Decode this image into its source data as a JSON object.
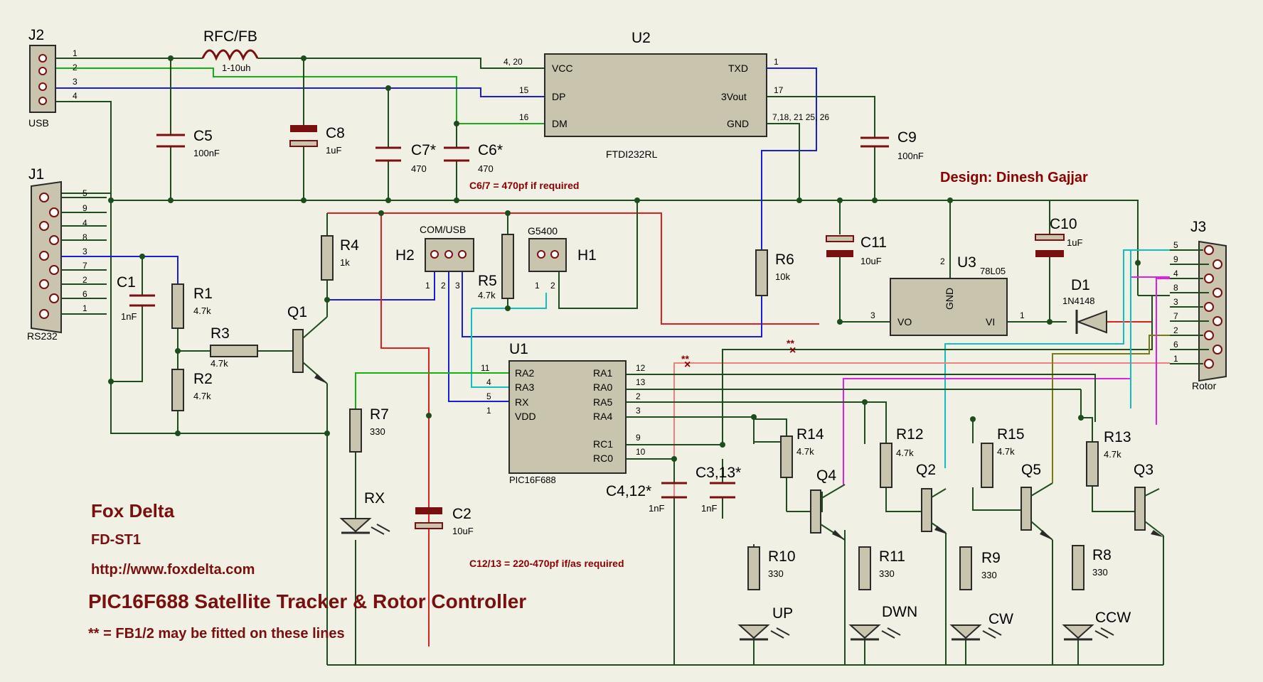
{
  "connectors": {
    "j2": {
      "ref": "J2",
      "label": "USB",
      "pins": [
        "1",
        "2",
        "3",
        "4"
      ]
    },
    "j1": {
      "ref": "J1",
      "label": "RS232",
      "pins": [
        "5",
        "9",
        "4",
        "8",
        "3",
        "7",
        "2",
        "6",
        "1"
      ]
    },
    "j3": {
      "ref": "J3",
      "label": "Rotor",
      "pins": [
        "5",
        "9",
        "4",
        "8",
        "3",
        "7",
        "2",
        "6",
        "1"
      ]
    },
    "h2": {
      "ref": "H2",
      "label": "COM/USB",
      "pins": [
        "1",
        "2",
        "3"
      ]
    },
    "h1": {
      "ref": "H1",
      "label": "G5400",
      "pins": [
        "1",
        "2"
      ]
    }
  },
  "chips": {
    "u2": {
      "ref": "U2",
      "part": "FTDI232RL",
      "left_pins": [
        {
          "num": "4, 20",
          "name": "VCC"
        },
        {
          "num": "15",
          "name": "DP"
        },
        {
          "num": "16",
          "name": "DM"
        }
      ],
      "right_pins": [
        {
          "num": "1",
          "name": "TXD"
        },
        {
          "num": "17",
          "name": "3Vout"
        },
        {
          "num": "7,18, 21 25, 26",
          "name": "GND"
        }
      ]
    },
    "u1": {
      "ref": "U1",
      "part": "PIC16F688",
      "left_pins": [
        {
          "num": "11",
          "name": "RA2"
        },
        {
          "num": "4",
          "name": "RA3"
        },
        {
          "num": "5",
          "name": "RX"
        },
        {
          "num": "1",
          "name": "VDD"
        }
      ],
      "right_pins": [
        {
          "num": "12",
          "name": "RA1"
        },
        {
          "num": "13",
          "name": "RA0"
        },
        {
          "num": "2",
          "name": "RA5"
        },
        {
          "num": "3",
          "name": "RA4"
        },
        {
          "num": "9",
          "name": "RC1"
        },
        {
          "num": "10",
          "name": "RC0"
        }
      ]
    },
    "u3": {
      "ref": "U3",
      "part": "78L05",
      "pin_gnd": "GND",
      "pin_vo": "VO",
      "pin_vi": "VI",
      "num_gnd": "2",
      "num_vo": "3",
      "num_vi": "1"
    }
  },
  "components": {
    "rfc": {
      "ref": "RFC/FB",
      "value": "1-10uh"
    },
    "c5": {
      "ref": "C5",
      "value": "100nF"
    },
    "c8": {
      "ref": "C8",
      "value": "1uF"
    },
    "c7": {
      "ref": "C7*",
      "value": "470"
    },
    "c6": {
      "ref": "C6*",
      "value": "470"
    },
    "c9": {
      "ref": "C9",
      "value": "100nF"
    },
    "c1": {
      "ref": "C1",
      "value": "1nF"
    },
    "r1": {
      "ref": "R1",
      "value": "4.7k"
    },
    "r2": {
      "ref": "R2",
      "value": "4.7k"
    },
    "r3": {
      "ref": "R3",
      "value": "4.7k"
    },
    "r4": {
      "ref": "R4",
      "value": "1k"
    },
    "q1": {
      "ref": "Q1"
    },
    "r5": {
      "ref": "R5",
      "value": "4.7k"
    },
    "r6": {
      "ref": "R6",
      "value": "10k"
    },
    "c11": {
      "ref": "C11",
      "value": "10uF"
    },
    "c10": {
      "ref": "C10",
      "value": "1uF"
    },
    "d1": {
      "ref": "D1",
      "value": "1N4148"
    },
    "r7": {
      "ref": "R7",
      "value": "330"
    },
    "rx": {
      "ref": "RX"
    },
    "c2": {
      "ref": "C2",
      "value": "10uF"
    },
    "c4": {
      "ref": "C4,12*",
      "value": "1nF"
    },
    "c3": {
      "ref": "C3,13*",
      "value": "1nF"
    },
    "r14": {
      "ref": "R14",
      "value": "4.7k"
    },
    "q4": {
      "ref": "Q4"
    },
    "r10": {
      "ref": "R10",
      "value": "330"
    },
    "up": {
      "ref": "UP"
    },
    "r12": {
      "ref": "R12",
      "value": "4.7k"
    },
    "q2": {
      "ref": "Q2"
    },
    "r11": {
      "ref": "R11",
      "value": "330"
    },
    "dwn": {
      "ref": "DWN"
    },
    "r15": {
      "ref": "R15",
      "value": "4.7k"
    },
    "q5": {
      "ref": "Q5"
    },
    "r9": {
      "ref": "R9",
      "value": "330"
    },
    "cw": {
      "ref": "CW"
    },
    "r13": {
      "ref": "R13",
      "value": "4.7k"
    },
    "q3": {
      "ref": "Q3"
    },
    "r8": {
      "ref": "R8",
      "value": "330"
    },
    "ccw": {
      "ref": "CCW"
    }
  },
  "notes": {
    "c67": "C6/7 = 470pf if required",
    "c1213": "C12/13 = 220-470pf if/as required",
    "star": "**",
    "designer": "Design: Dinesh Gajjar"
  },
  "title_block": {
    "brand": "Fox Delta",
    "model": "FD-ST1",
    "url": "http://www.foxdelta.com",
    "title": "PIC16F688 Satellite Tracker & Rotor Controller",
    "footnote": "**  =  FB1/2 may be fitted on these lines"
  }
}
